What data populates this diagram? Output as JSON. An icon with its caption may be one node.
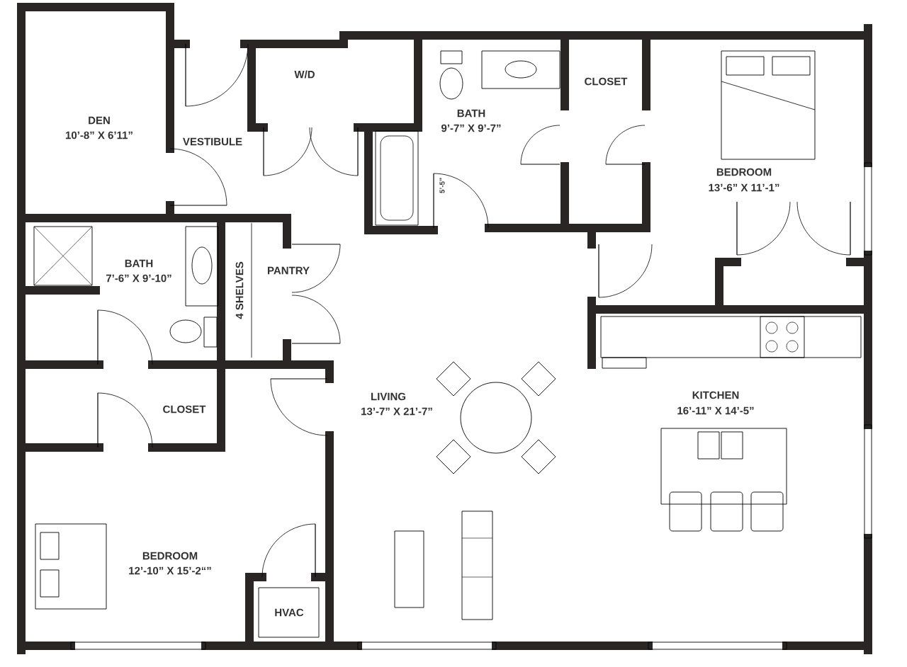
{
  "diagram": {
    "nodes": [
      {
        "text": [
          "W/D"
        ]
      },
      {
        "text": [
          "HVAC"
        ]
      }
    ],
    "labels": [
      "DEN",
      "10’-8” X 6’11”",
      "VESTIBULE",
      "BATH",
      "9’-7” X 9’-7”",
      "CLOSET",
      "BEDROOM",
      "13’-6” X 11’-1”",
      "5’-5”",
      "BATH",
      "7’-6” X 9’-10”",
      "4 SHELVES",
      "PANTRY",
      "LIVING",
      "13’-7” X 21’-7”",
      "KITCHEN",
      "16’-11” X 14’-5”",
      "CLOSET",
      "BEDROOM",
      "12’-10” X 15’-2“”"
    ]
  }
}
